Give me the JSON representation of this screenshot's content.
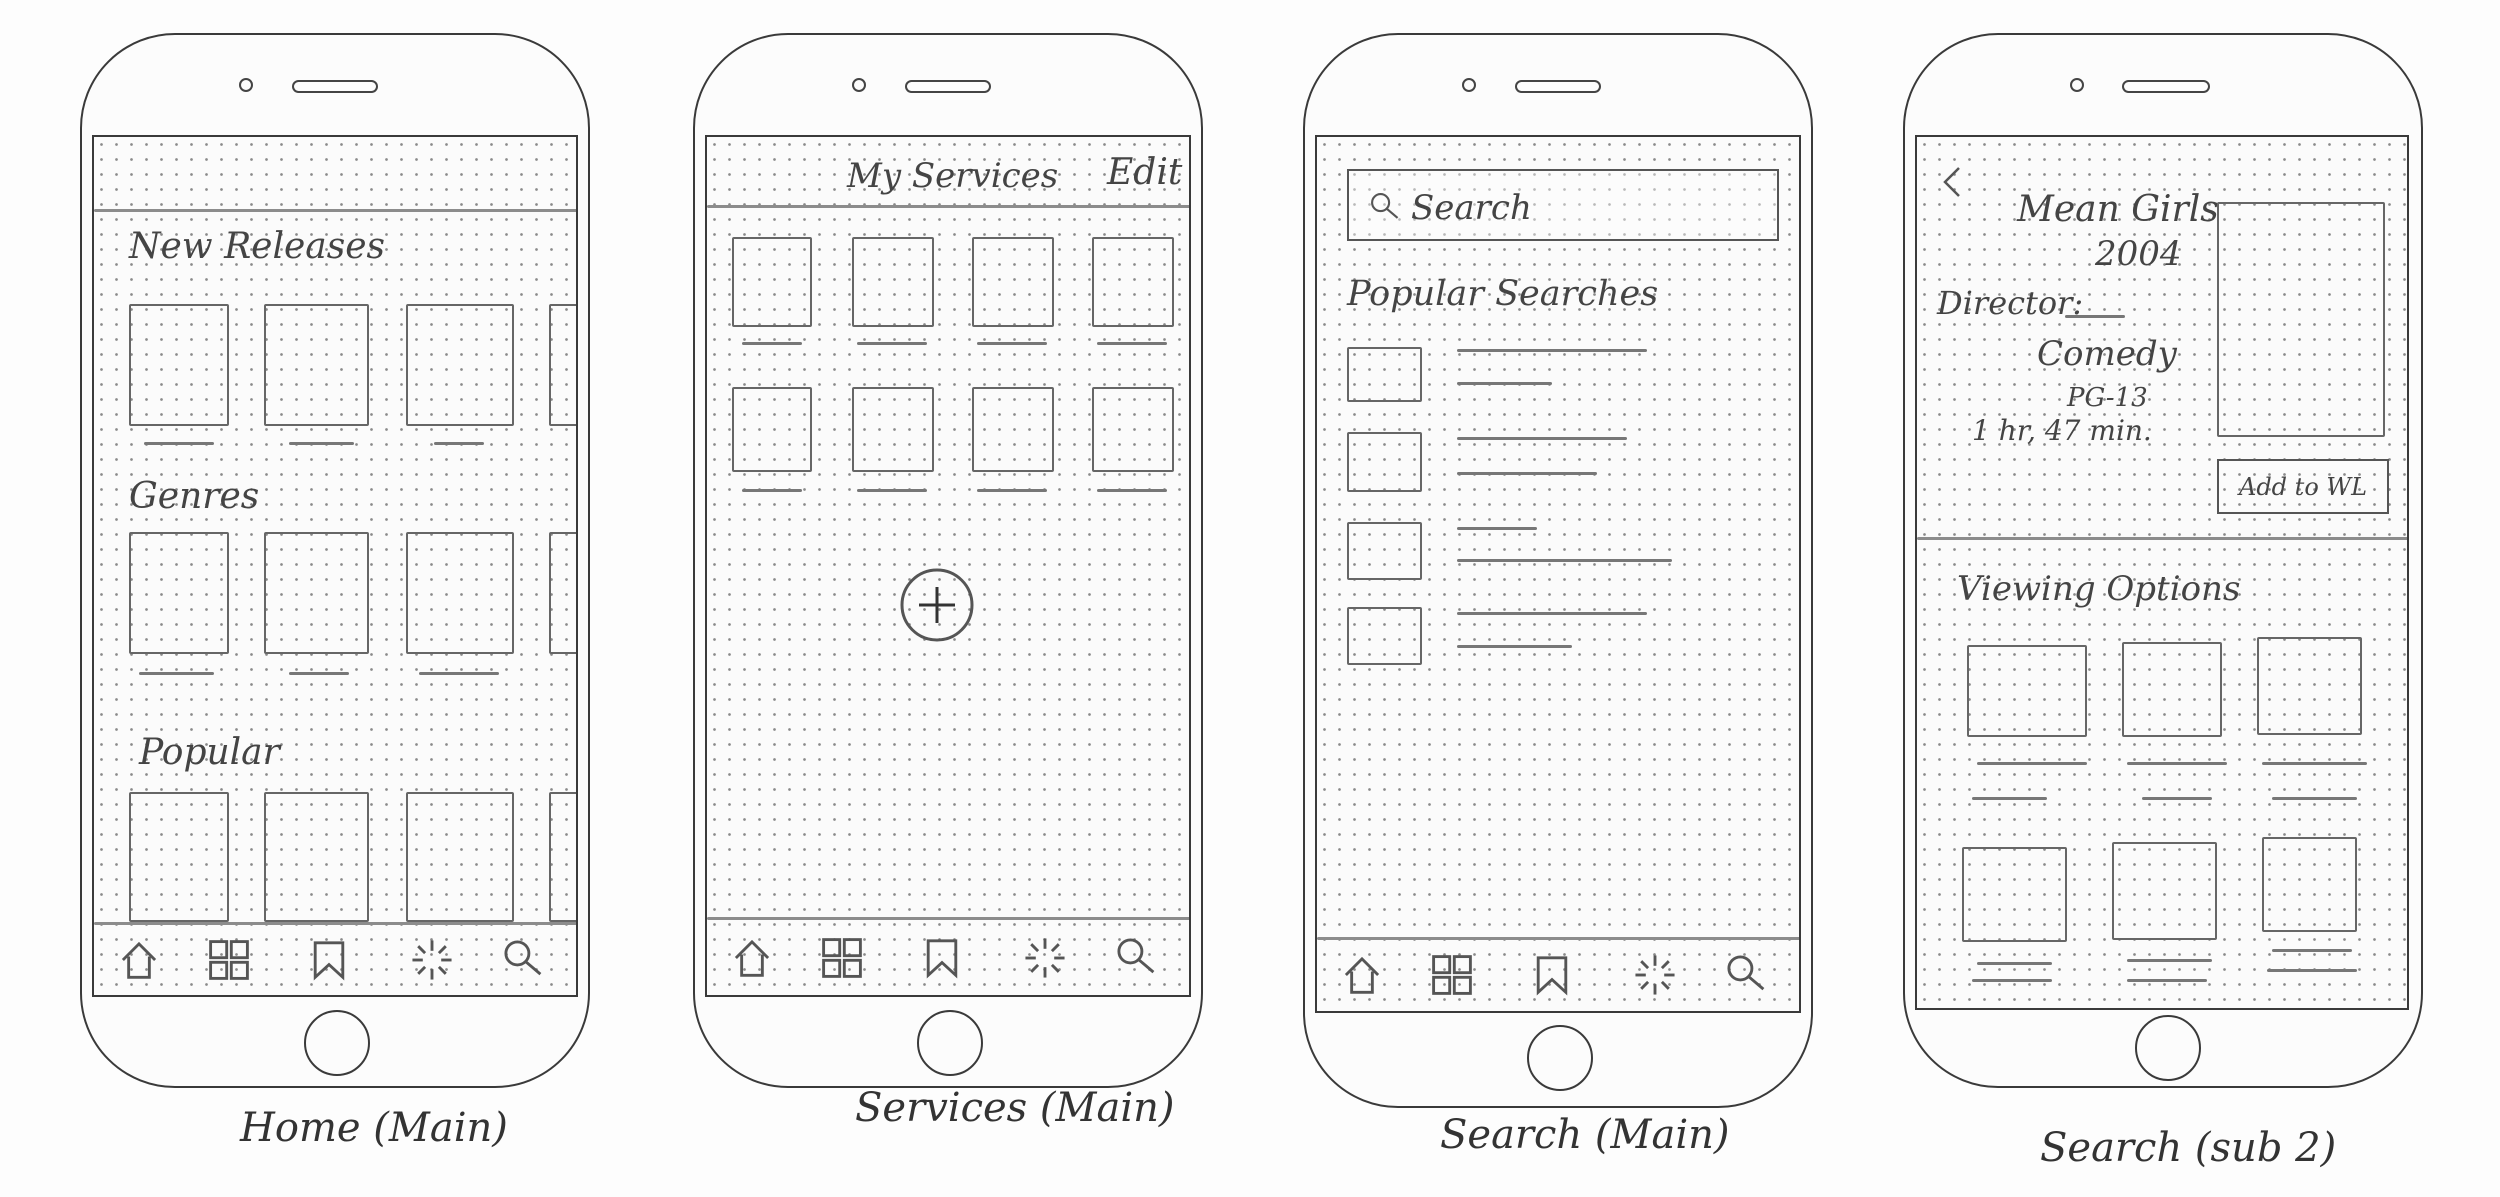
{
  "screens": [
    {
      "caption": "Home (Main)",
      "sections": [
        "New Releases",
        "Genres",
        "Popular"
      ]
    },
    {
      "caption": "Services (Main)",
      "header": {
        "title": "My Services",
        "edit": "Edit"
      },
      "add_icon": "plus-circle-icon"
    },
    {
      "caption": "Search (Main)",
      "search": {
        "placeholder": "Search"
      },
      "popular_label": "Popular Searches"
    },
    {
      "caption": "Search (sub 2)",
      "movie": {
        "title": "Mean Girls",
        "year": "2004",
        "director_label": "Director:",
        "genre": "Comedy",
        "rating": "PG-13",
        "runtime": "1 hr, 47 min.",
        "add_button": "Add to WL"
      },
      "viewing_label": "Viewing Options"
    }
  ],
  "tab_bar_icons": [
    "home-icon",
    "grid-icon",
    "bookmark-icon",
    "spark-icon",
    "search-icon"
  ]
}
